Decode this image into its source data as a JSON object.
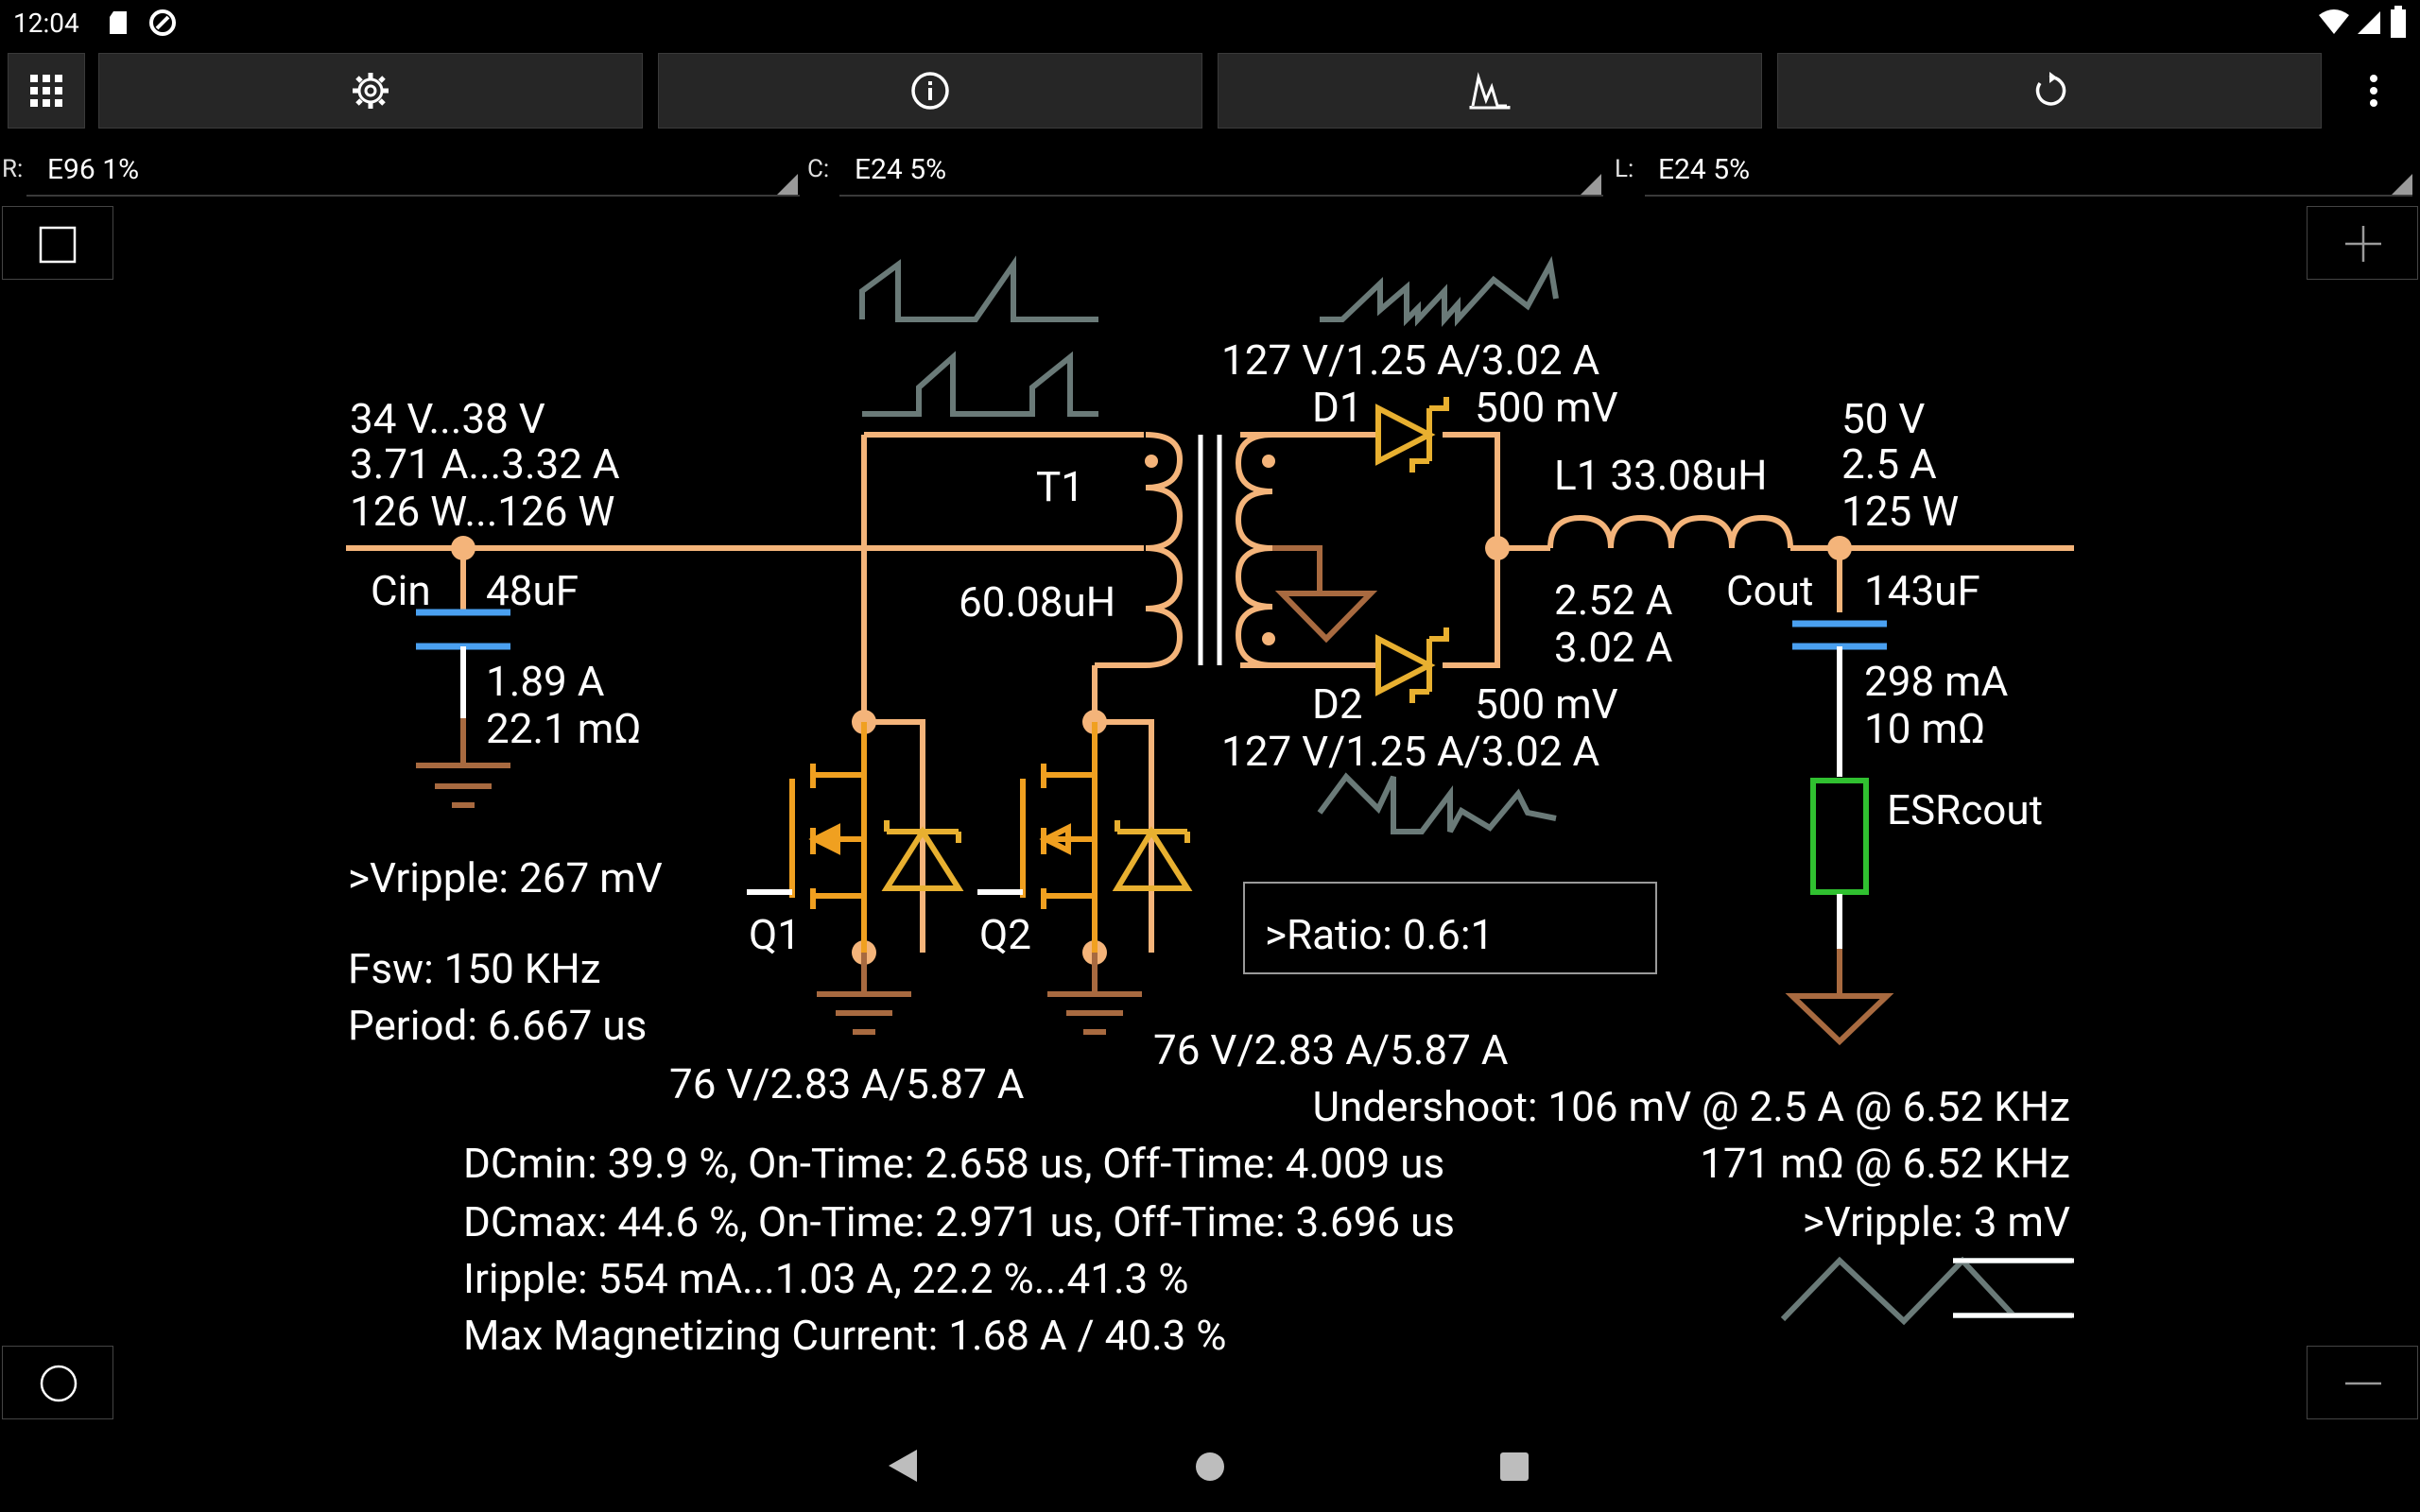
{
  "status": {
    "time": "12:04"
  },
  "toolbar": {
    "buttons": [
      {
        "name": "apps-grid-button",
        "icon": "grid-icon"
      },
      {
        "name": "settings-button",
        "icon": "gear-icon"
      },
      {
        "name": "info-button",
        "icon": "info-icon"
      },
      {
        "name": "waveform-button",
        "icon": "waveform-icon"
      },
      {
        "name": "reset-button",
        "icon": "refresh-icon"
      },
      {
        "name": "overflow-menu-button",
        "icon": "more-vert-icon"
      }
    ]
  },
  "tolerance": {
    "r_label": "R:",
    "r_value": "E96 1%",
    "c_label": "C:",
    "c_value": "E24 5%",
    "l_label": "L:",
    "l_value": "E24 5%"
  },
  "schematic": {
    "input_voltage": "34 V...38 V",
    "input_current": "3.71 A...3.32 A",
    "input_power": "126 W...126 W",
    "cin_name": "Cin",
    "cin_value": "48uF",
    "cin_current": "1.89 A",
    "cin_esr": "22.1 mΩ",
    "vripple_in": ">Vripple: 267 mV",
    "fsw": "Fsw: 150 KHz",
    "period": "Period: 6.667 us",
    "t1_name": "T1",
    "t1_inductance": "60.08uH",
    "q1_name": "Q1",
    "q2_name": "Q2",
    "q_ratings": "76 V/2.83 A/5.87 A",
    "q2_ratings": "76 V/2.83 A/5.87 A",
    "d1_name": "D1",
    "d1_vf": "500 mV",
    "d1_ratings": "127 V/1.25 A/3.02 A",
    "d2_name": "D2",
    "d2_vf": "500 mV",
    "d2_ratings": "127 V/1.25 A/3.02 A",
    "l1_label": "L1  33.08uH",
    "l1_current_avg": "2.52 A",
    "l1_current_pk": "3.02 A",
    "output_voltage": "50 V",
    "output_current": "2.5 A",
    "output_power": "125 W",
    "cout_name": "Cout",
    "cout_value": "143uF",
    "cout_current": "298 mA",
    "cout_esr": "10 mΩ",
    "esr_name": "ESRcout",
    "ratio": ">Ratio: 0.6:1",
    "undershoot": "Undershoot: 106 mV @ 2.5 A @ 6.52 KHz",
    "impedance": "171 mΩ @ 6.52 KHz",
    "vripple_out": ">Vripple: 3 mV",
    "dcmin": "DCmin: 39.9 %, On-Time: 2.658 us, Off-Time: 4.009 us",
    "dcmax": "DCmax: 44.6 %, On-Time: 2.971 us, Off-Time: 3.696 us",
    "iripple": "Iripple: 554 mA...1.03 A, 22.2 %...41.3 %",
    "magnetizing": "Max Magnetizing Current: 1.68 A / 40.3 %"
  },
  "colors": {
    "wire": "#f4b47a",
    "diode": "#e8b030",
    "mosfet": "#f0a020",
    "cap": "#4aa0f0",
    "ground": "#a86a40",
    "esr": "#30c030",
    "wave": "#6a7a78"
  }
}
